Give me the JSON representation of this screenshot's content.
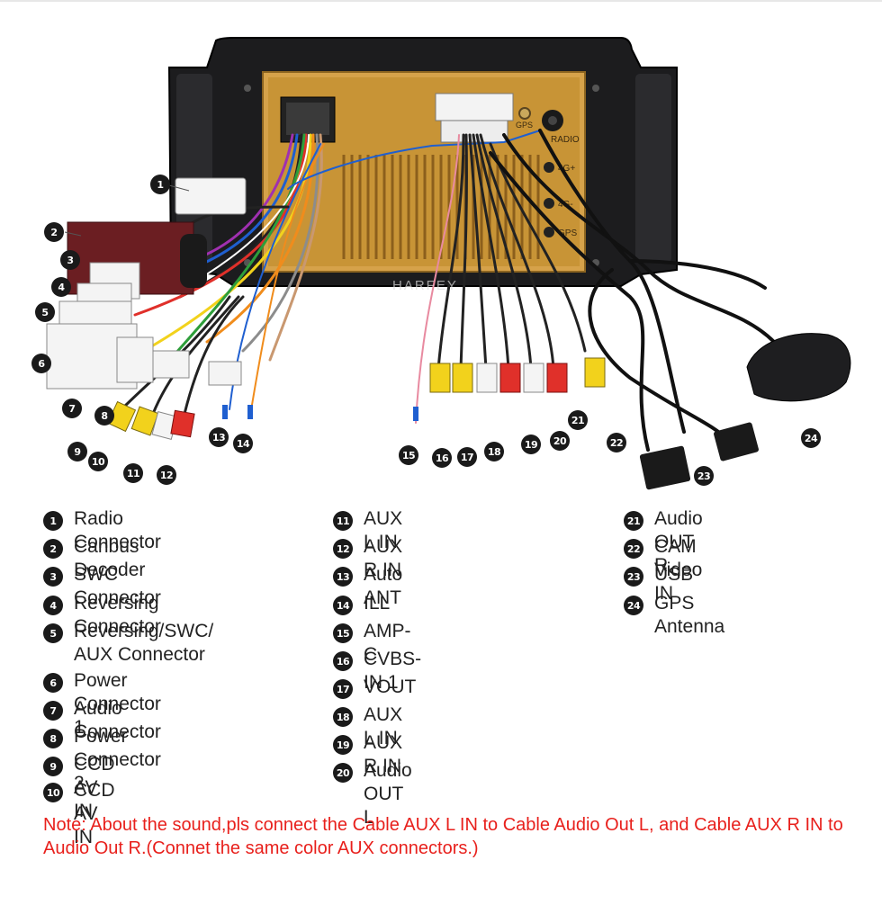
{
  "watermark": "HARFEY",
  "unit_labels": {
    "gps": "GPS",
    "radio": "RADIO",
    "fourg_plus": "4G+",
    "fourg_minus": "4G-",
    "gps_side": "GPS"
  },
  "callouts": [
    "1",
    "2",
    "3",
    "4",
    "5",
    "6",
    "7",
    "8",
    "9",
    "10",
    "11",
    "12",
    "13",
    "14",
    "15",
    "16",
    "17",
    "18",
    "19",
    "20",
    "21",
    "22",
    "23",
    "24"
  ],
  "legend": {
    "col1": [
      {
        "n": "1",
        "label": "Radio Connector"
      },
      {
        "n": "2",
        "label": "Canbus Decoder"
      },
      {
        "n": "3",
        "label": "SWC Connector"
      },
      {
        "n": "4",
        "label": "Reversing Connector"
      },
      {
        "n": "5",
        "label": "Reversing/SWC/\nAUX Connector"
      },
      {
        "n": "6",
        "label": "Power Connector 1"
      },
      {
        "n": "7",
        "label": "Audio Connector"
      },
      {
        "n": "8",
        "label": "Power Connector 2"
      },
      {
        "n": "9",
        "label": "CCD AV IN"
      },
      {
        "n": "10",
        "label": "CCD AV IN"
      }
    ],
    "col2": [
      {
        "n": "11",
        "label": "AUX L IN"
      },
      {
        "n": "12",
        "label": "AUX R IN"
      },
      {
        "n": "13",
        "label": "Auto ANT"
      },
      {
        "n": "14",
        "label": "ILL"
      },
      {
        "n": "15",
        "label": "AMP-C"
      },
      {
        "n": "16",
        "label": "CVBS-IN 1"
      },
      {
        "n": "17",
        "label": "VOUT"
      },
      {
        "n": "18",
        "label": "AUX L IN"
      },
      {
        "n": "19",
        "label": "AUX R IN"
      },
      {
        "n": "20",
        "label": "Audio OUT L"
      }
    ],
    "col3": [
      {
        "n": "21",
        "label": "Audio OUT R"
      },
      {
        "n": "22",
        "label": "CAM Video IN"
      },
      {
        "n": "23",
        "label": "USB"
      },
      {
        "n": "24",
        "label": "GPS Antenna"
      }
    ]
  },
  "note": "Note: About the sound,pls connect the Cable AUX L IN to Cable Audio Out L, and Cable AUX R IN to  Audio Out R.(Connet the same color AUX connectors.)"
}
